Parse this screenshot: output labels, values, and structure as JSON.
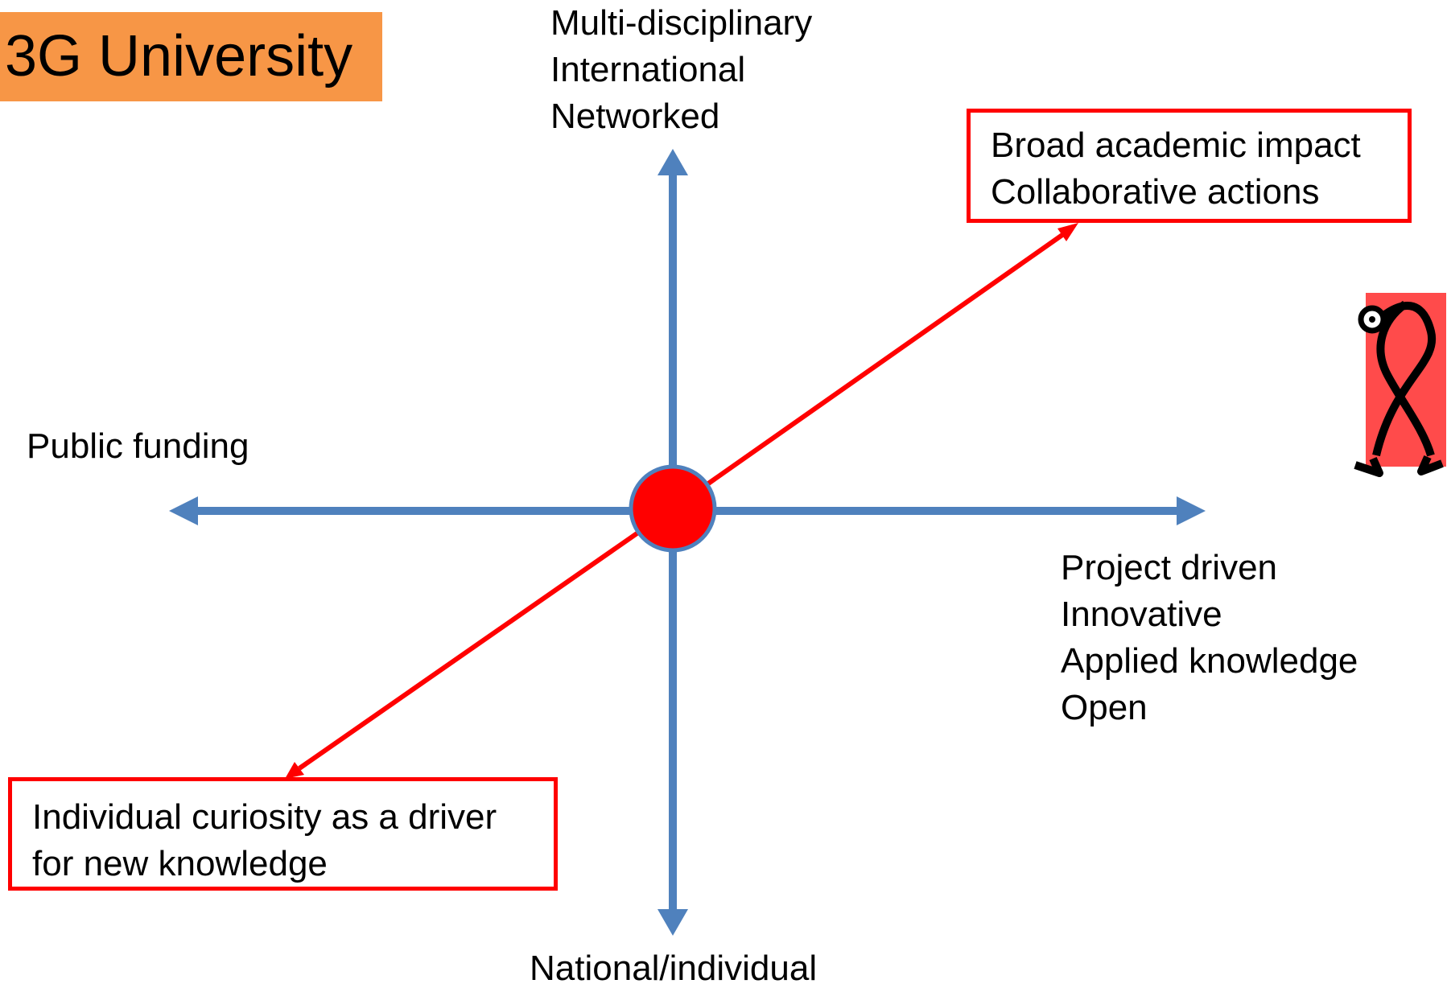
{
  "title": "3G University",
  "axes": {
    "top": [
      "Multi-disciplinary",
      "International",
      "Networked"
    ],
    "left": [
      "Public funding"
    ],
    "right": [
      "Project driven",
      "Innovative",
      "Applied knowledge",
      "Open"
    ],
    "bottom": [
      "National/individual"
    ]
  },
  "boxes": {
    "top_right": [
      "Broad academic impact",
      "Collaborative actions"
    ],
    "bottom_left": [
      "Individual curiosity as a driver",
      "for new knowledge"
    ]
  },
  "colors": {
    "axis": "#4f81bd",
    "accent": "#ff0000",
    "title_bg": "#f79646",
    "figure_bg": "#ff4b4b"
  },
  "icons": {
    "center": "red-circle-icon",
    "figure": "walking-figure-icon"
  }
}
